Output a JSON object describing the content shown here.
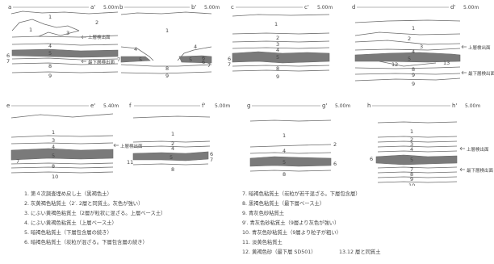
{
  "sections": [
    {
      "id": "a",
      "labels": {
        "left": "a",
        "right": "a'",
        "elev": "5.00m"
      },
      "layers": [
        {
          "text": "1"
        },
        {
          "text": "1"
        },
        {
          "text": "3"
        },
        {
          "text": "2"
        },
        {
          "text": "4"
        },
        {
          "text": "5"
        },
        {
          "text": "6"
        },
        {
          "text": "7"
        },
        {
          "text": "8"
        },
        {
          "text": "9"
        }
      ],
      "annotations": [
        {
          "text": "上層検出面"
        }
      ]
    },
    {
      "id": "b",
      "labels": {
        "left": "b",
        "right": "b'",
        "elev": "5.00m"
      },
      "layers": [
        {
          "text": "1"
        },
        {
          "text": "4"
        },
        {
          "text": "4"
        },
        {
          "text": "7"
        },
        {
          "text": "5"
        },
        {
          "text": "6"
        },
        {
          "text": "6"
        },
        {
          "text": "5"
        },
        {
          "text": "7"
        },
        {
          "text": "8"
        },
        {
          "text": "9"
        }
      ],
      "annotations": []
    },
    {
      "id": "c",
      "labels": {
        "left": "c",
        "right": "c'",
        "elev": "5.00m"
      },
      "layers": [
        {
          "text": "1"
        },
        {
          "text": "2"
        },
        {
          "text": "3"
        },
        {
          "text": "4"
        },
        {
          "text": "5"
        },
        {
          "text": "6"
        },
        {
          "text": "7"
        },
        {
          "text": "8"
        },
        {
          "text": "9"
        }
      ],
      "annotations": []
    },
    {
      "id": "d",
      "labels": {
        "left": "d",
        "right": "d'",
        "elev": "5.00m"
      },
      "layers": [
        {
          "text": "1"
        },
        {
          "text": "2"
        },
        {
          "text": "3"
        },
        {
          "text": "4"
        },
        {
          "text": "5"
        },
        {
          "text": "12"
        },
        {
          "text": "13"
        },
        {
          "text": "8"
        },
        {
          "text": "9"
        },
        {
          "text": "9"
        }
      ],
      "annotations": [
        {
          "text": "上層検出面"
        },
        {
          "text": "最下層検出面"
        }
      ]
    },
    {
      "id": "e",
      "labels": {
        "left": "e",
        "right": "e'",
        "elev": "5.40m"
      },
      "layers": [
        {
          "text": "1"
        },
        {
          "text": "3"
        },
        {
          "text": "4"
        },
        {
          "text": "5"
        },
        {
          "text": "7"
        },
        {
          "text": "8"
        },
        {
          "text": "10"
        }
      ],
      "annotations": [
        {
          "text": "上層検出面"
        }
      ]
    },
    {
      "id": "f",
      "labels": {
        "left": "f",
        "right": "f'",
        "elev": "5.00m"
      },
      "layers": [
        {
          "text": "1"
        },
        {
          "text": "2"
        },
        {
          "text": "4"
        },
        {
          "text": "5"
        },
        {
          "text": "6"
        },
        {
          "text": "7"
        },
        {
          "text": "11"
        },
        {
          "text": "8"
        }
      ],
      "annotations": []
    },
    {
      "id": "g",
      "labels": {
        "left": "g",
        "right": "g'",
        "elev": "5.00m"
      },
      "layers": [
        {
          "text": "1"
        },
        {
          "text": "2"
        },
        {
          "text": "4"
        },
        {
          "text": "5"
        },
        {
          "text": "6"
        },
        {
          "text": "8"
        }
      ],
      "annotations": []
    },
    {
      "id": "h",
      "labels": {
        "left": "h",
        "right": "h'",
        "elev": "5.00m"
      },
      "layers": [
        {
          "text": "1"
        },
        {
          "text": "2"
        },
        {
          "text": "3"
        },
        {
          "text": "4"
        },
        {
          "text": "6"
        },
        {
          "text": "5"
        },
        {
          "text": "7"
        },
        {
          "text": "8"
        },
        {
          "text": "9"
        },
        {
          "text": "10"
        }
      ],
      "annotations": [
        {
          "text": "上層検出面"
        },
        {
          "text": "最下層検出面"
        }
      ]
    }
  ],
  "extra_annotations": [
    {
      "text": "最下層検出面"
    }
  ],
  "legend": [
    "1. 第４次調査埋め戻し土（黒褐色土）",
    "2. 灰黄褐色粘質土（2′. 2層と同質土。灰色が強い）",
    "3. にぶい黄褐色粘質土（2層が粒状に混ざる。上層ベース土）",
    "4. にぶい黄褐色粘質土（上層ベース土）",
    "5. 暗褐色粘質土（下層包含層の続き）",
    "6. 暗褐色粘質土（炭粒が混ざる。下層包含層の続き）",
    "7. 暗褐色粘質土（炭粒が若干混ざる。下層包含層）",
    "8. 黒褐色粘質土（最下層ベース土）",
    "9. 青灰色砂粘質土",
    "9′. 青灰色砂粘質土（9層より灰色が強い）",
    "10. 青灰色砂粘質土（9層より粒子が粗い）",
    "11. 淡黄色粘質土",
    "12. 黄褐色砂（最下層 SD501）",
    "13.12 層と同質土"
  ],
  "colors": {
    "line": "#6a6a6a",
    "dark_layer": "#7a7a7a",
    "text": "#444444"
  }
}
